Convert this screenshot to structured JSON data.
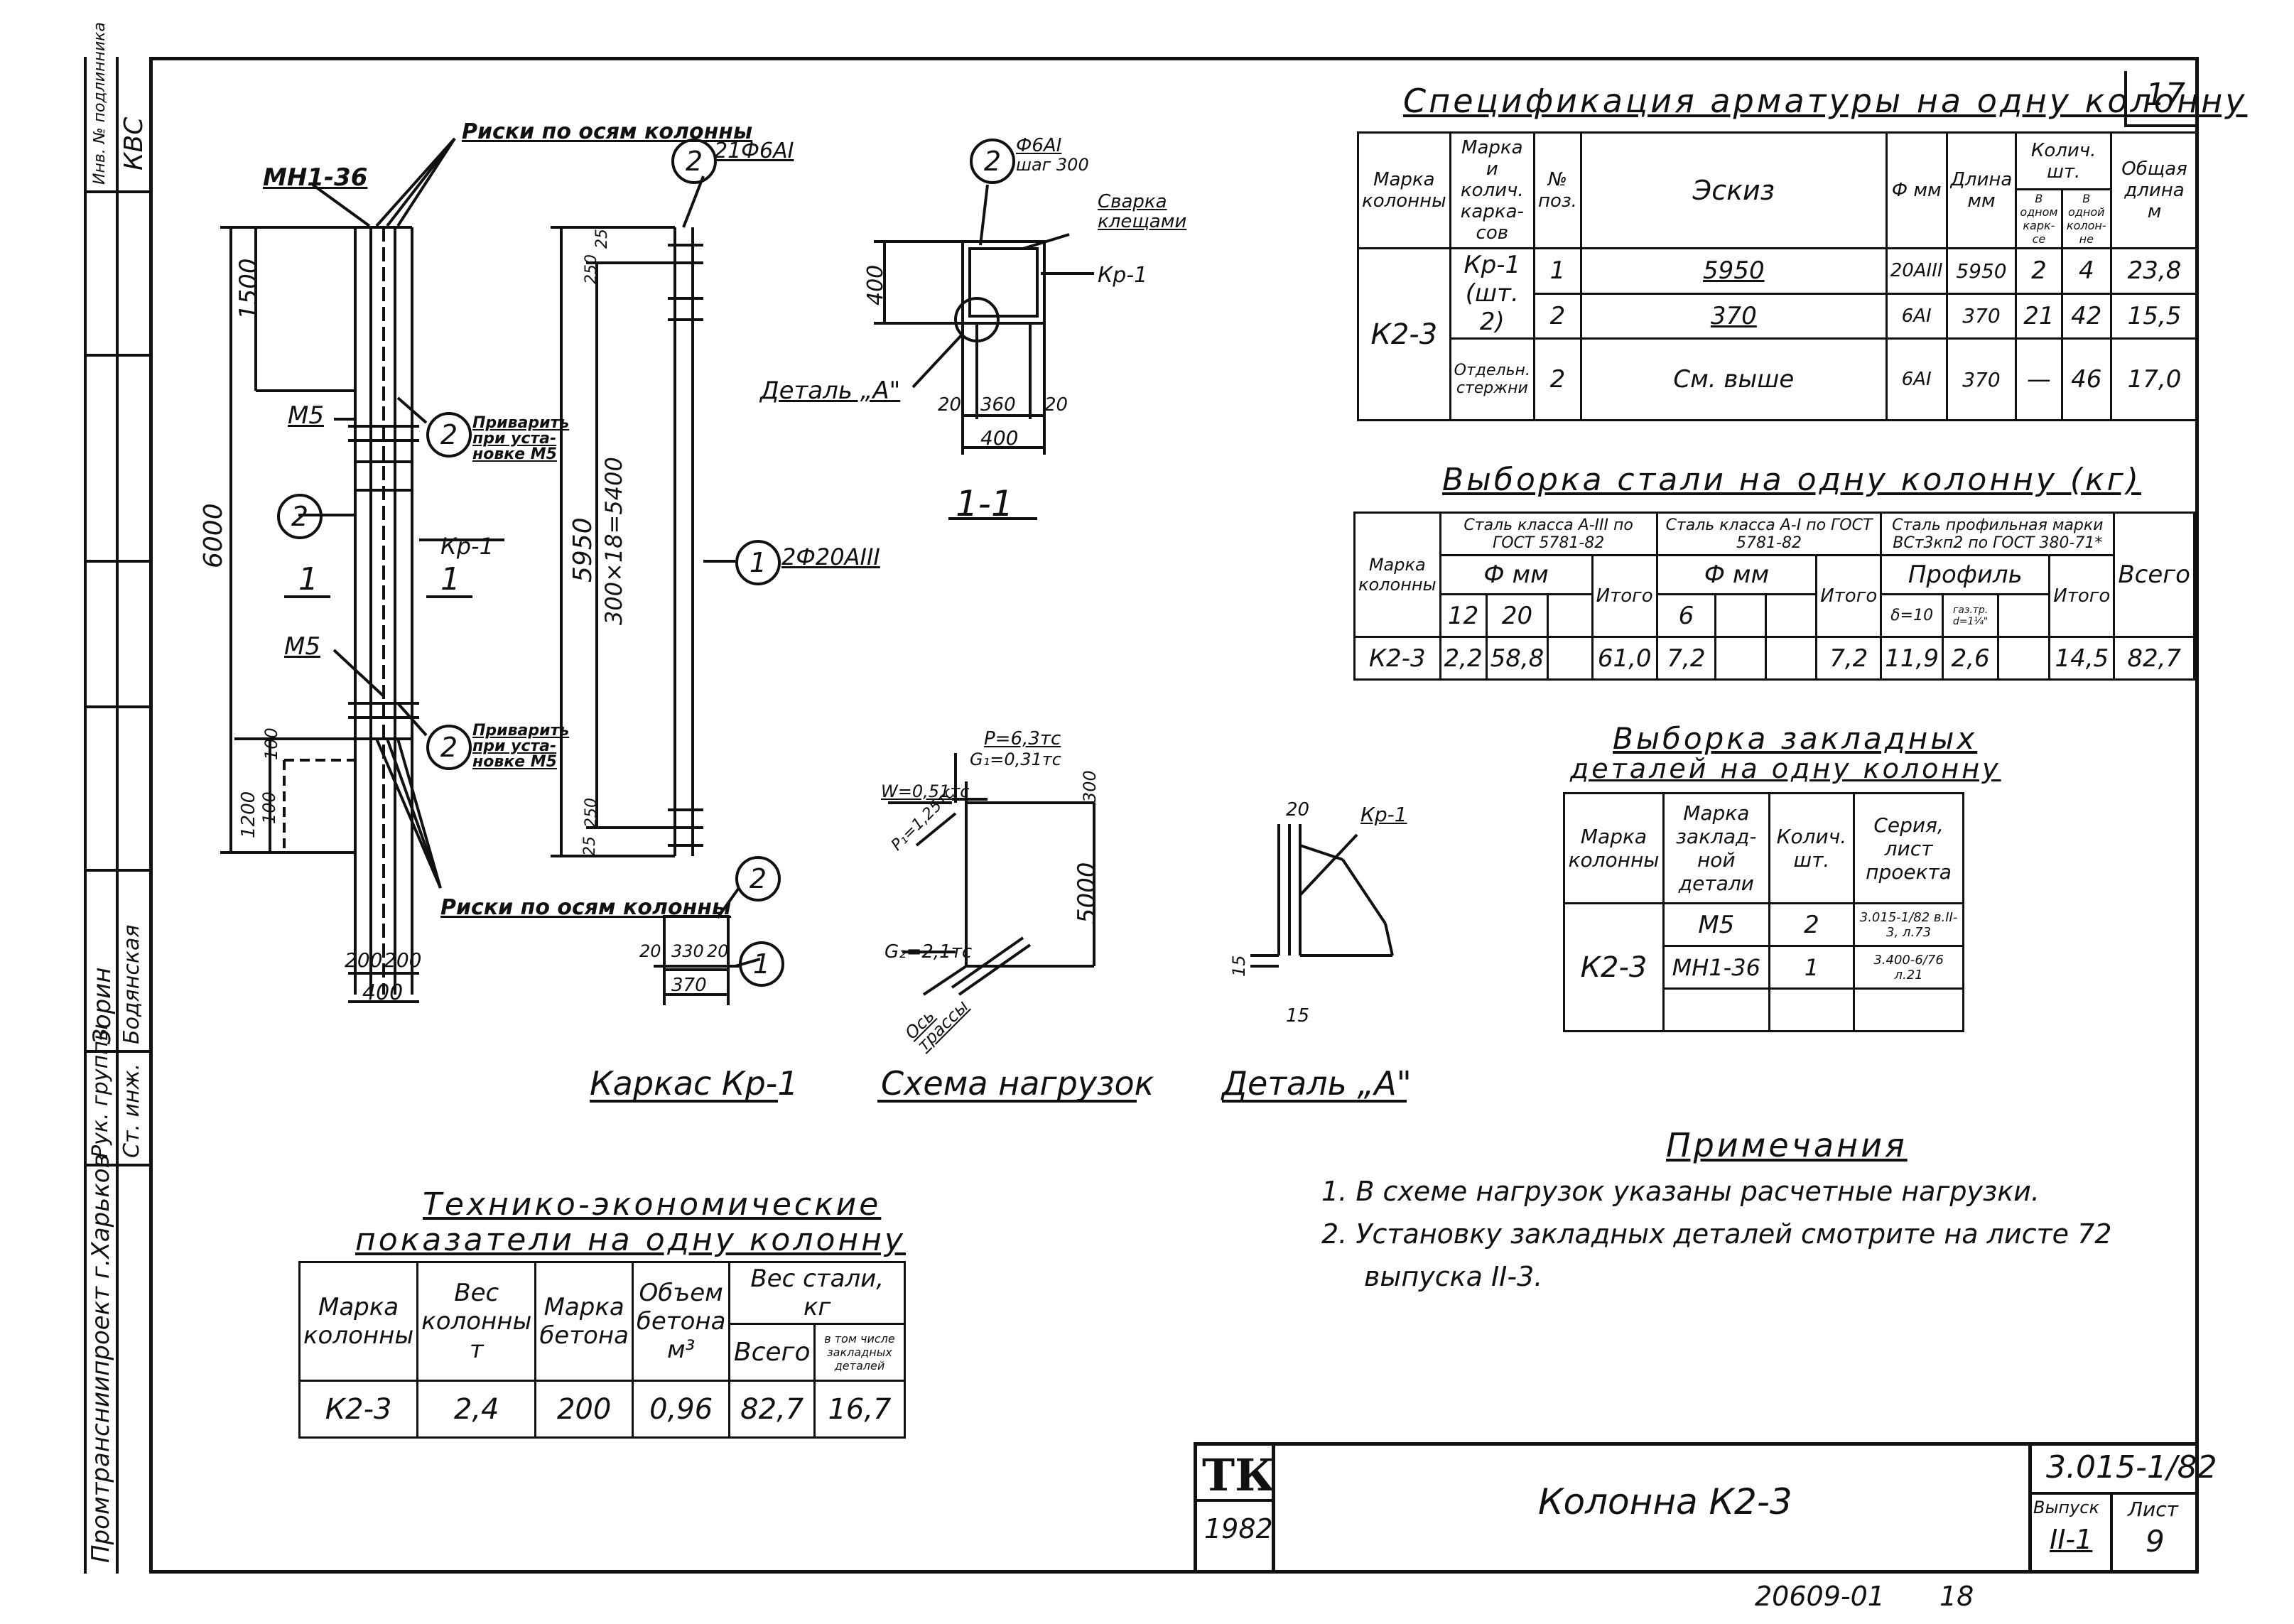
{
  "sheet_number": "17",
  "spec": {
    "title": "Спецификация арматуры на одну колонну",
    "headers": {
      "col_mark": "Марка колонны",
      "frame_mark": "Марка и колич. карка-сов",
      "pos": "№ поз.",
      "sketch": "Эскиз",
      "diam": "Ф мм",
      "length": "Длина мм",
      "count": "Колич. шт.",
      "count_one_frame": "В одном карк-се",
      "count_one_col": "В одной колон-не",
      "total_len": "Общая длина м"
    },
    "col_mark_value": "К2-3",
    "frame_value": "Кр-1",
    "frame_qty": "(шт. 2)",
    "separate": "Отдельн. стержни",
    "rows": [
      {
        "pos": "1",
        "sketch": "5950",
        "diam": "20АIII",
        "len": "5950",
        "c1": "2",
        "c2": "4",
        "total": "23,8"
      },
      {
        "pos": "2",
        "sketch": "370",
        "diam": "6АI",
        "len": "370",
        "c1": "21",
        "c2": "42",
        "total": "15,5"
      },
      {
        "pos": "2",
        "sketch": "См. выше",
        "diam": "6АI",
        "len": "370",
        "c1": "—",
        "c2": "46",
        "total": "17,0"
      }
    ]
  },
  "steel": {
    "title": "Выборка стали на одну колонну (кг)",
    "h_mark": "Марка колонны",
    "h_a3": "Сталь класса А-III по ГОСТ 5781-82",
    "h_a1": "Сталь класса А-I по ГОСТ 5781-82",
    "h_prof": "Сталь профильная марки ВСт3кп2 по ГОСТ 380-71*",
    "h_fmm": "Ф мм",
    "h_profile": "Профиль",
    "h_total": "Итого",
    "h_all": "Всего",
    "d12": "12",
    "d20": "20",
    "d6": "6",
    "p1": "δ=10",
    "p2": "газ.тр. d=1¼\"",
    "mark": "К2-3",
    "v12": "2,2",
    "v20": "58,8",
    "t1": "61,0",
    "v6": "7,2",
    "t2": "7,2",
    "vp1": "11,9",
    "vp2": "2,6",
    "t3": "14,5",
    "all": "82,7"
  },
  "embedded": {
    "title1": "Выборка закладных",
    "title2": "деталей на одну колонну",
    "h_mark": "Марка колонны",
    "h_detail": "Марка заклад-ной детали",
    "h_qty": "Колич. шт.",
    "h_series": "Серия, лист проекта",
    "mark": "К2-3",
    "rows": [
      {
        "detail": "М5",
        "qty": "2",
        "series": "3.015-1/82 в.II-3, л.73"
      },
      {
        "detail": "МН1-36",
        "qty": "1",
        "series": "3.400-6/76 л.21"
      }
    ]
  },
  "tech": {
    "title1": "Технико-экономические",
    "title2": "показатели на одну колонну",
    "h_mark": "Марка колонны",
    "h_weight": "Вес колонны т",
    "h_concrete": "Марка бетона",
    "h_volume": "Объем бетона м³",
    "h_steel": "Вес стали, кг",
    "h_all": "Всего",
    "h_incl": "в том числе закладных деталей",
    "mark": "К2-3",
    "weight": "2,4",
    "concrete": "200",
    "volume": "0,96",
    "steel_all": "82,7",
    "steel_emb": "16,7"
  },
  "notes": {
    "title": "Примечания",
    "items": [
      "1. В схеме нагрузок указаны расчетные нагрузки.",
      "2. Установку закладных деталей смотрите на листе 72",
      "выпуска II-3."
    ]
  },
  "captions": {
    "frame": "Каркас Кр-1",
    "loads": "Схема нагрузок",
    "detail": "Деталь „А\"",
    "section": "1-1"
  },
  "drawing_labels": {
    "risks_top": "Риски по осям колонны",
    "risks_bottom": "Риски по осям колонны",
    "mn": "МН1-36",
    "m5a": "М5",
    "m5b": "М5",
    "weld1": "Приварить при уста-новке М5",
    "weld2": "Приварить при уста-новке М5",
    "kp1": "Кр-1",
    "one": "1",
    "d6000": "6000",
    "d1500": "1500",
    "d1200": "1200",
    "d100": "100",
    "d100b": "100",
    "d200a": "200",
    "d200b": "200",
    "d400": "400",
    "d5950": "5950",
    "d5400": "300×18=5400",
    "d25a": "25",
    "d250a": "250",
    "d250b": "250",
    "d25b": "25",
    "rebar2": "21Ф6АI",
    "rebar1": "2Ф20АIII",
    "sec_rebar": "Ф6АI",
    "sec_step": "шаг 300",
    "weld_clamp": "Сварка клещами",
    "sec_kp": "Кр-1",
    "sec400": "400",
    "sec400b": "400",
    "sec20a": "20",
    "sec360": "360",
    "sec20b": "20",
    "detailA": "Деталь „А\"",
    "s20a": "20",
    "s330": "330",
    "s20b": "20",
    "s370": "370",
    "P": "P=6,3тс",
    "G1": "G₁=0,31тс",
    "W": "W=0,51тс",
    "P1": "P₁=1,25тс",
    "G2": "G₂=2,1тс",
    "L300": "300",
    "L5000": "5000",
    "axis": "Ось трассы",
    "da20": "20",
    "da15a": "15",
    "da15b": "15",
    "da_kp": "Кр-1"
  },
  "stamp": {
    "logo": "ТК",
    "year": "1982",
    "name": "Колонна К2-3",
    "code": "3.015-1/82",
    "issue_label": "Выпуск",
    "issue": "II-1",
    "sheet_label": "Лист",
    "sheet": "9",
    "archive": "20609-01",
    "archive_sheet": "18"
  },
  "side_block": {
    "org": "Промтрансниипроект г.Харьков",
    "role1": "Рук. группы",
    "name1": "Зорин",
    "role2": "Ст. инж.",
    "name2": "Бодянская",
    "inv": "Инв. № подлинника",
    "kvs": "КВС"
  }
}
